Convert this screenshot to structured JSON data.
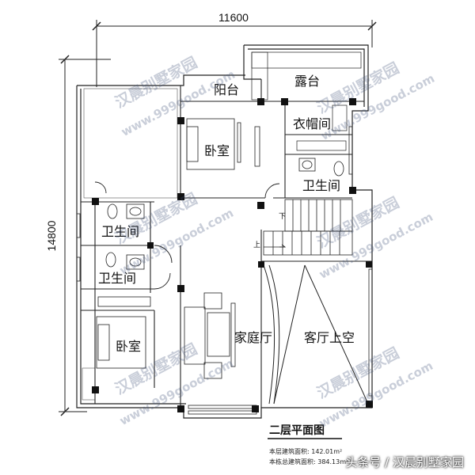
{
  "dimensions": {
    "width": "11600",
    "height": "14800"
  },
  "rooms": {
    "balcony": "阳台",
    "terrace": "露台",
    "cloakroom": "衣帽间",
    "bedroom_top": "卧室",
    "bathroom_right": "卫生间",
    "bathroom_left_1": "卫生间",
    "bathroom_left_2": "卫生间",
    "bedroom_bottom": "卧室",
    "family_hall": "家庭厅",
    "living_void": "客厅上空"
  },
  "stair_labels": {
    "down": "下",
    "up": "上"
  },
  "plan_title": "二层平面图",
  "area_notes": {
    "line1": "本层建筑面积: 142.01m²",
    "line2": "本栋总建筑面积: 384.13m²"
  },
  "watermark": {
    "brand": "汉晨别墅家园",
    "url": "www.999good.com"
  },
  "footer": "头条号 / 汉晨别墅家园"
}
